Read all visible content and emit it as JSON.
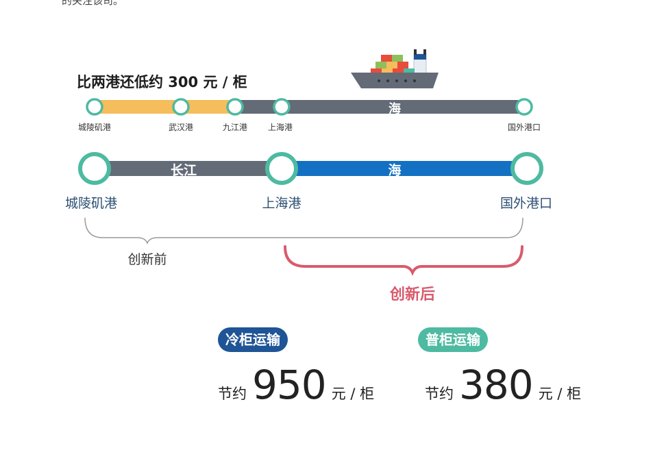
{
  "top_fragment": "的关注该司。",
  "savings_note": "比两港还低约 300 元 / 柜",
  "route_top": {
    "ports": [
      "城陵矶港",
      "武汉港",
      "九江港",
      "上海港",
      "国外港口"
    ],
    "sea_label": "海"
  },
  "route_bottom": {
    "ports": [
      "城陵矶港",
      "上海港",
      "国外港口"
    ],
    "river_label": "长江",
    "sea_label": "海"
  },
  "brackets": {
    "before": "创新前",
    "after": "创新后"
  },
  "savings": {
    "cold": {
      "pill": "冷柜运输",
      "prefix": "节约",
      "value": "950",
      "unit": "元 / 柜"
    },
    "normal": {
      "pill": "普柜运输",
      "prefix": "节约",
      "value": "380",
      "unit": "元 / 柜"
    }
  },
  "colors": {
    "teal": "#4dbaa1",
    "gray_line": "#636b77",
    "yellow_line": "#f5bd5b",
    "blue_line": "#1470c2",
    "red_bracket": "#d95b6c",
    "navy_pill": "#1f5496"
  },
  "icons": [
    "cargo-ship-icon"
  ]
}
